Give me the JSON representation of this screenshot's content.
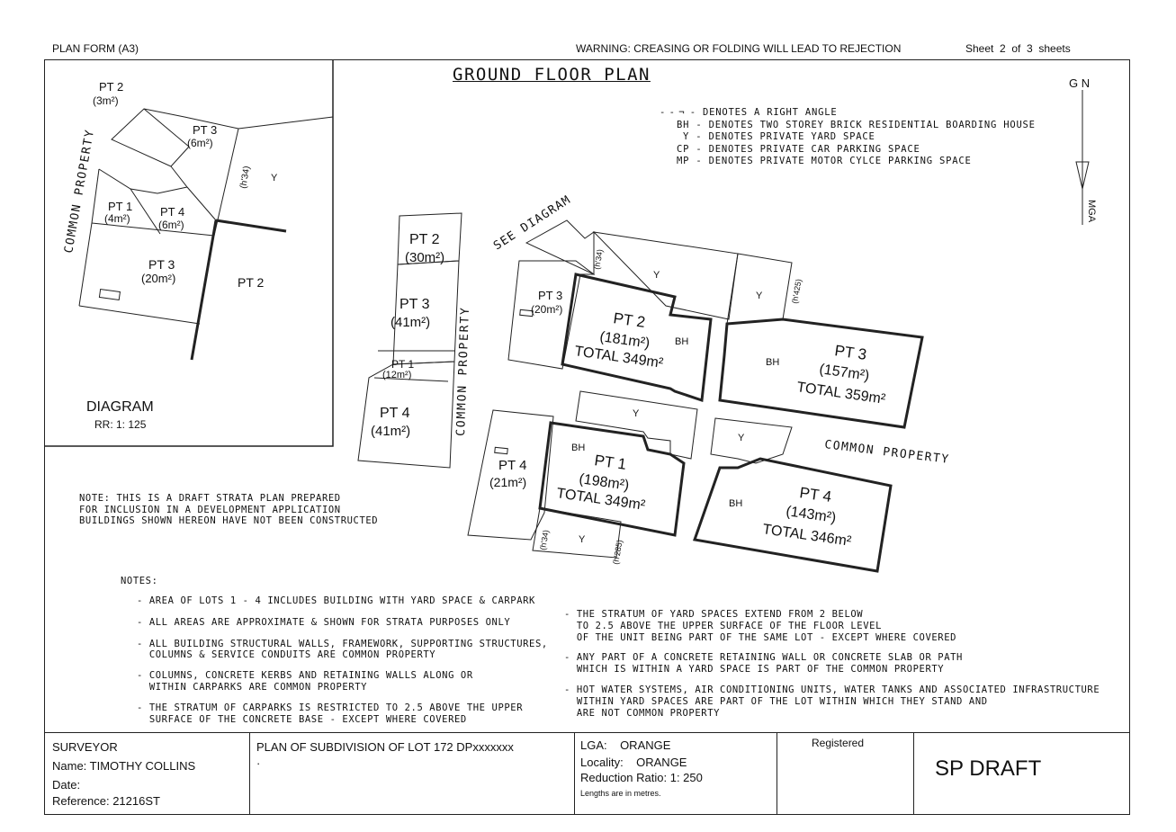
{
  "header": {
    "plan_form": "PLAN FORM (A3)",
    "warning": "WARNING: CREASING OR FOLDING WILL LEAD TO REJECTION",
    "sheet": "Sheet  2  of  3  sheets"
  },
  "title": "GROUND FLOOR PLAN",
  "north": {
    "gn": "G N",
    "mga": "MGA"
  },
  "legend": [
    "- DENOTES A RIGHT ANGLE",
    "BH - DENOTES TWO STOREY BRICK RESIDENTIAL BOARDING HOUSE",
    "Y - DENOTES PRIVATE YARD SPACE",
    "CP - DENOTES PRIVATE CAR PARKING SPACE",
    "MP - DENOTES PRIVATE MOTOR CYLCE PARKING SPACE"
  ],
  "diagram": {
    "title": "DIAGRAM",
    "ratio": "RR: 1: 125",
    "common_property": "COMMON PROPERTY",
    "pt2_top": "PT 2",
    "pt2_top_area": "(3m²)",
    "pt3_top": "PT 3",
    "pt3_top_area": "(6m²)",
    "pt1": "PT 1",
    "pt1_area": "(4m²)",
    "pt4": "PT 4",
    "pt4_area": "(6m²)",
    "pt3": "PT 3",
    "pt3_area": "(20m²)",
    "pt2_right": "PT 2",
    "dim": "(h'34)",
    "y": "Y"
  },
  "main_plan": {
    "see_diagram": "SEE DIAGRAM",
    "common_property_vertical": "COMMON PROPERTY",
    "common_property_right": "COMMON PROPERTY",
    "strip": [
      {
        "label": "PT 2",
        "area": "(30m²)"
      },
      {
        "label": "PT 3",
        "area": "(41m²)"
      },
      {
        "label": "PT 1",
        "area": "(12m²)"
      },
      {
        "label": "PT 4",
        "area": "(41m²)"
      }
    ],
    "lots": [
      {
        "label": "PT 2",
        "area": "(181m²)",
        "total": "TOTAL 349m²"
      },
      {
        "label": "PT 3",
        "area": "(157m²)",
        "total": "TOTAL 359m²"
      },
      {
        "label": "PT 1",
        "area": "(198m²)",
        "total": "TOTAL 349m²"
      },
      {
        "label": "PT 4",
        "area": "(143m²)",
        "total": "TOTAL 346m²"
      }
    ],
    "pt3_small": "PT 3",
    "pt3_small_area": "(20m²)",
    "pt4_small": "PT 4",
    "pt4_small_area": "(21m²)",
    "bh": "BH",
    "y": "Y",
    "dims": [
      "(h'34)",
      "(h'425)",
      "(h'34)",
      "(h'285)"
    ]
  },
  "draft_note": [
    "NOTE: THIS IS A DRAFT STRATA PLAN PREPARED",
    "FOR INCLUSION IN A DEVELOPMENT APPLICATION",
    "BUILDINGS SHOWN HEREON HAVE NOT BEEN CONSTRUCTED"
  ],
  "notes_heading": "NOTES:",
  "notes_left": [
    "- AREA OF LOTS 1 - 4 INCLUDES BUILDING WITH YARD SPACE & CARPARK",
    "- ALL AREAS ARE APPROXIMATE & SHOWN FOR STRATA PURPOSES ONLY",
    "- ALL BUILDING STRUCTURAL WALLS, FRAMEWORK, SUPPORTING STRUCTURES,\n  COLUMNS & SERVICE CONDUITS ARE COMMON PROPERTY",
    "- COLUMNS, CONCRETE KERBS AND RETAINING WALLS ALONG OR\n  WITHIN CARPARKS ARE COMMON PROPERTY",
    "- THE STRATUM OF CARPARKS IS RESTRICTED TO 2.5 ABOVE THE UPPER\n  SURFACE OF THE CONCRETE BASE - EXCEPT WHERE COVERED"
  ],
  "notes_right": [
    "- THE STRATUM OF YARD SPACES EXTEND FROM 2 BELOW\n  TO 2.5 ABOVE THE UPPER SURFACE OF THE FLOOR LEVEL\n  OF THE UNIT BEING PART OF THE SAME LOT - EXCEPT WHERE COVERED",
    "- ANY PART OF A CONCRETE RETAINING WALL OR CONCRETE SLAB OR PATH\n  WHICH IS WITHIN A YARD SPACE IS PART OF THE COMMON PROPERTY",
    "- HOT WATER SYSTEMS, AIR CONDITIONING UNITS, WATER TANKS AND ASSOCIATED INFRASTRUCTURE\n  WITHIN YARD SPACES ARE PART OF THE LOT WITHIN WHICH THEY STAND AND\n  ARE NOT COMMON PROPERTY"
  ],
  "title_block": {
    "surveyor": "SURVEYOR",
    "name": "Name: TIMOTHY COLLINS",
    "date": "Date:",
    "reference": "Reference: 21216ST",
    "plan_of": "PLAN OF SUBDIVISION OF LOT 172 DPxxxxxxx",
    "dot": "·",
    "lga": "LGA:    ORANGE",
    "locality": "Locality:    ORANGE",
    "reduction": "Reduction Ratio: 1: 250",
    "lengths": "Lengths are in metres.",
    "registered": "Registered",
    "sp": "SP DRAFT"
  }
}
